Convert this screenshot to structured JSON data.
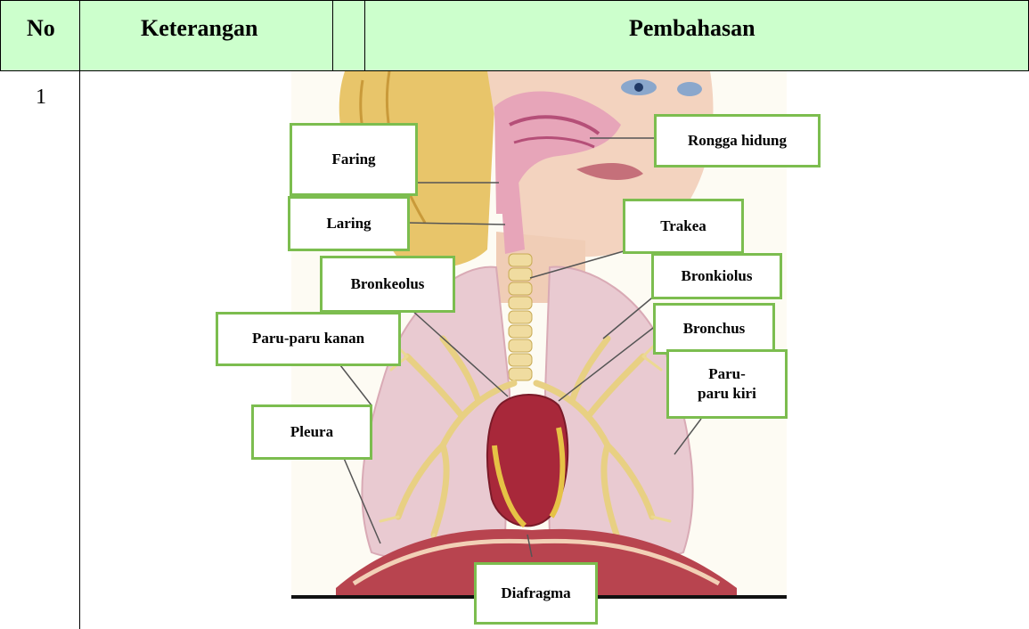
{
  "table": {
    "headers": {
      "no": "No",
      "keterangan": "Keterangan",
      "pembahasan": "Pembahasan"
    },
    "row": {
      "no": "1"
    }
  },
  "labels": {
    "rongga_hidung": "Rongga hidung",
    "faring": "Faring",
    "laring": "Laring",
    "trakea": "Trakea",
    "bronkeolus": "Bronkeolus",
    "bronkiolus": "Bronkiolus",
    "bronchus": "Bronchus",
    "paru_kanan": "Paru-paru kanan",
    "paru_kiri": "Paru-\nparu kiri",
    "pleura": "Pleura",
    "diafragma": "Diafragma"
  },
  "colors": {
    "header_bg": "#ccffcc",
    "callout_border": "#7cbd4f",
    "lung": "#e8c9cf",
    "bronchi": "#f0dc8a",
    "heart": "#a8283a"
  }
}
